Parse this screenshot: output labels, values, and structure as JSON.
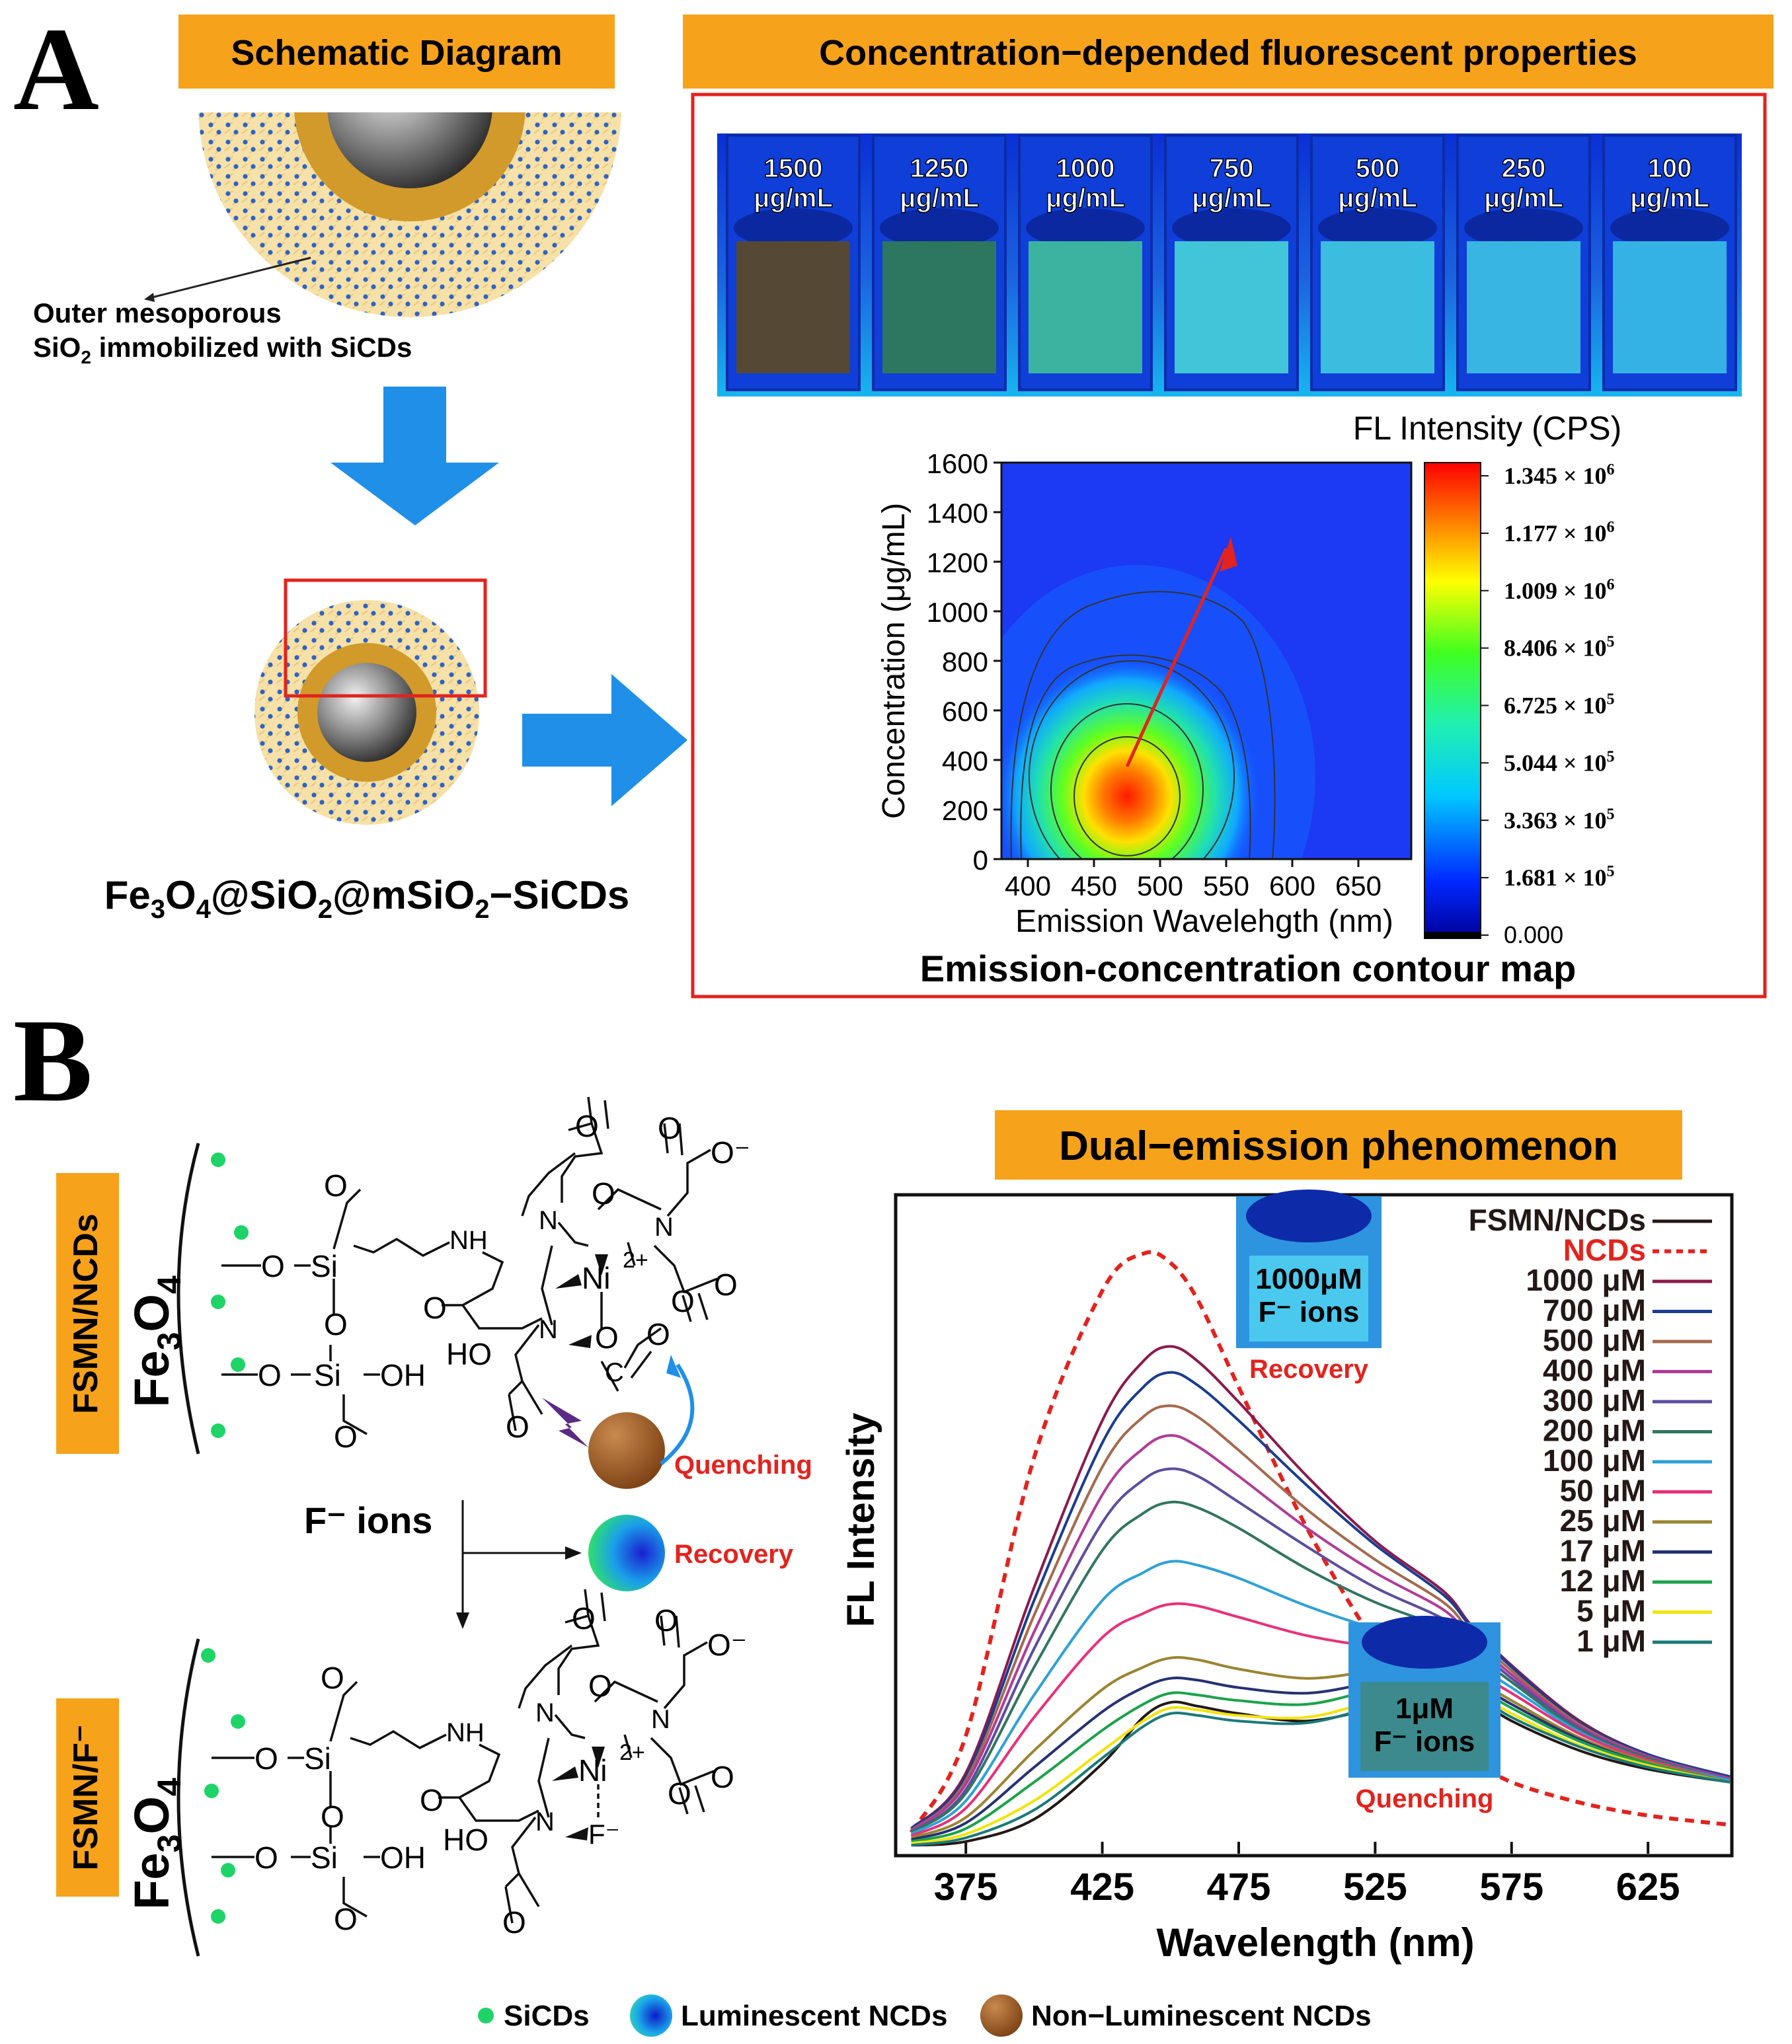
{
  "panelA": {
    "letter": "A",
    "schematic_title": "Schematic Diagram",
    "fluor_title": "Concentration−depended fluorescent properties",
    "shell_label_1": "Outer mesoporous",
    "shell_label_2_pre": "SiO",
    "shell_label_2_sub": "2",
    "shell_label_2_post": " immobilized with SiCDs",
    "nanoparticle_parts": [
      "Fe",
      "3",
      "O",
      "4",
      "@SiO",
      "2",
      "@mSiO",
      "2",
      "−SiCDs"
    ],
    "cuvettes": [
      {
        "value": "1500",
        "unit": "μg/mL",
        "color": "#5a4a2c"
      },
      {
        "value": "1250",
        "unit": "μg/mL",
        "color": "#2f7a5a"
      },
      {
        "value": "1000",
        "unit": "μg/mL",
        "color": "#3dbb9e"
      },
      {
        "value": "750",
        "unit": "μg/mL",
        "color": "#44ccd8"
      },
      {
        "value": "500",
        "unit": "μg/mL",
        "color": "#3ec4e0"
      },
      {
        "value": "250",
        "unit": "μg/mL",
        "color": "#3bbce3"
      },
      {
        "value": "100",
        "unit": "μg/mL",
        "color": "#38b8e6"
      }
    ],
    "contour": {
      "colorbar_title": "FL Intensity (CPS)",
      "colorbar_ticks": [
        {
          "m": "1.345",
          "e": "6"
        },
        {
          "m": "1.177",
          "e": "6"
        },
        {
          "m": "1.009",
          "e": "6"
        },
        {
          "m": "8.406",
          "e": "5"
        },
        {
          "m": "6.725",
          "e": "5"
        },
        {
          "m": "5.044",
          "e": "5"
        },
        {
          "m": "3.363",
          "e": "5"
        },
        {
          "m": "1.681",
          "e": "5"
        },
        {
          "m": "0.000",
          "e": ""
        }
      ],
      "ylabel": "Concentration (μg/mL)",
      "xlabel": "Emission Wavelehgth (nm)",
      "yticks": [
        "0",
        "200",
        "400",
        "600",
        "800",
        "1000",
        "1200",
        "1400",
        "1600"
      ],
      "xticks": [
        "400",
        "450",
        "500",
        "550",
        "600",
        "650"
      ],
      "caption": "Emission-concentration contour map"
    }
  },
  "panelB": {
    "letter": "B",
    "dual_title": "Dual−emission phenomenon",
    "label_top": "FSMN/NCDs",
    "label_bottom": "FSMN/F⁻",
    "fe3o4": [
      "Fe",
      "3",
      "O",
      "4"
    ],
    "f_ions": "F⁻ ions",
    "quenching": "Quenching",
    "recovery": "Recovery",
    "chem": {
      "O": "O",
      "Si": "Si",
      "OH": "OH",
      "NH": "NH",
      "N": "N",
      "Ni": "Ni",
      "ni_charge": "2+",
      "HO": "HO",
      "O_minus": "O⁻",
      "C": "C",
      "F_minus": "F⁻"
    },
    "legend": {
      "sicds": "SiCDs",
      "lum": "Luminescent NCDs",
      "nonlum": "Non−Luminescent NCDs"
    },
    "inset_top": {
      "line1": "1000μM",
      "line2": "F⁻ ions",
      "caption": "Recovery"
    },
    "inset_bottom": {
      "line1": "1μM",
      "line2": "F⁻ ions",
      "caption": "Quenching"
    }
  },
  "chart_data": {
    "type": "line",
    "xlabel": "Wavelength (nm)",
    "ylabel": "FL Intensity",
    "xlim": [
      350,
      655
    ],
    "xticks": [
      375,
      425,
      475,
      525,
      575,
      625
    ],
    "x": [
      355,
      375,
      400,
      425,
      440,
      450,
      460,
      475,
      500,
      525,
      550,
      560,
      575,
      600,
      625,
      655
    ],
    "series": [
      {
        "name": "FSMN/NCDs",
        "color": "#231815",
        "dash": false,
        "values": [
          1,
          3,
          15,
          45,
          70,
          78,
          76,
          72,
          68,
          75,
          84,
          82,
          68,
          52,
          42,
          35
        ]
      },
      {
        "name": "NCDs",
        "color": "#e3231e",
        "dash": true,
        "values": [
          8,
          60,
          210,
          300,
          320,
          315,
          295,
          248,
          172,
          110,
          62,
          48,
          35,
          24,
          17,
          12
        ]
      },
      {
        "name": "1000 μM",
        "color": "#8b1a4b",
        "dash": false,
        "values": [
          10,
          40,
          140,
          230,
          262,
          270,
          262,
          240,
          200,
          165,
          138,
          120,
          98,
          68,
          50,
          38
        ]
      },
      {
        "name": "700 μM",
        "color": "#1b3d91",
        "dash": false,
        "values": [
          10,
          38,
          133,
          218,
          248,
          256,
          249,
          230,
          195,
          163,
          136,
          119,
          97,
          67,
          50,
          38
        ]
      },
      {
        "name": "500 μM",
        "color": "#a46a4e",
        "dash": false,
        "values": [
          9,
          36,
          125,
          205,
          232,
          238,
          232,
          214,
          182,
          155,
          132,
          116,
          95,
          66,
          49,
          37
        ]
      },
      {
        "name": "400 μM",
        "color": "#b03c97",
        "dash": false,
        "values": [
          9,
          34,
          116,
          190,
          215,
          222,
          216,
          200,
          172,
          148,
          128,
          113,
          93,
          65,
          49,
          37
        ]
      },
      {
        "name": "300 μM",
        "color": "#5d4d9e",
        "dash": false,
        "values": [
          8,
          31,
          107,
          175,
          198,
          204,
          200,
          186,
          162,
          140,
          123,
          110,
          91,
          64,
          48,
          36
        ]
      },
      {
        "name": "200 μM",
        "color": "#327560",
        "dash": false,
        "values": [
          8,
          29,
          97,
          160,
          180,
          186,
          183,
          172,
          150,
          132,
          118,
          106,
          89,
          63,
          48,
          36
        ]
      },
      {
        "name": "100 μM",
        "color": "#2ea1d7",
        "dash": false,
        "values": [
          7,
          25,
          82,
          133,
          148,
          154,
          152,
          145,
          130,
          118,
          110,
          100,
          86,
          62,
          47,
          36
        ]
      },
      {
        "name": "50 μM",
        "color": "#e8307a",
        "dash": false,
        "values": [
          6,
          21,
          70,
          113,
          126,
          131,
          130,
          124,
          114,
          108,
          104,
          96,
          83,
          61,
          47,
          35
        ]
      },
      {
        "name": "25 μM",
        "color": "#9b8431",
        "dash": false,
        "values": [
          5,
          16,
          52,
          85,
          97,
          102,
          101,
          96,
          91,
          95,
          98,
          92,
          79,
          59,
          46,
          35
        ]
      },
      {
        "name": "17 μM",
        "color": "#263273",
        "dash": false,
        "values": [
          4,
          13,
          43,
          73,
          86,
          91,
          90,
          86,
          83,
          89,
          95,
          90,
          77,
          58,
          45,
          35
        ]
      },
      {
        "name": "12 μM",
        "color": "#1ba34a",
        "dash": false,
        "values": [
          3,
          10,
          35,
          63,
          77,
          83,
          82,
          79,
          77,
          85,
          92,
          88,
          75,
          57,
          45,
          35
        ]
      },
      {
        "name": "5 μM",
        "color": "#f2e40c",
        "dash": false,
        "values": [
          2,
          7,
          25,
          52,
          68,
          75,
          74,
          71,
          70,
          79,
          88,
          85,
          72,
          55,
          44,
          35
        ]
      },
      {
        "name": "1 μM",
        "color": "#1c7a7a",
        "dash": false,
        "values": [
          1,
          5,
          20,
          48,
          65,
          72,
          71,
          68,
          67,
          76,
          86,
          84,
          70,
          54,
          43,
          35
        ]
      }
    ]
  },
  "colors": {
    "banner": "#f7a21b",
    "accent_red": "#e3231e",
    "arrow_blue": "#1f8fe8"
  }
}
